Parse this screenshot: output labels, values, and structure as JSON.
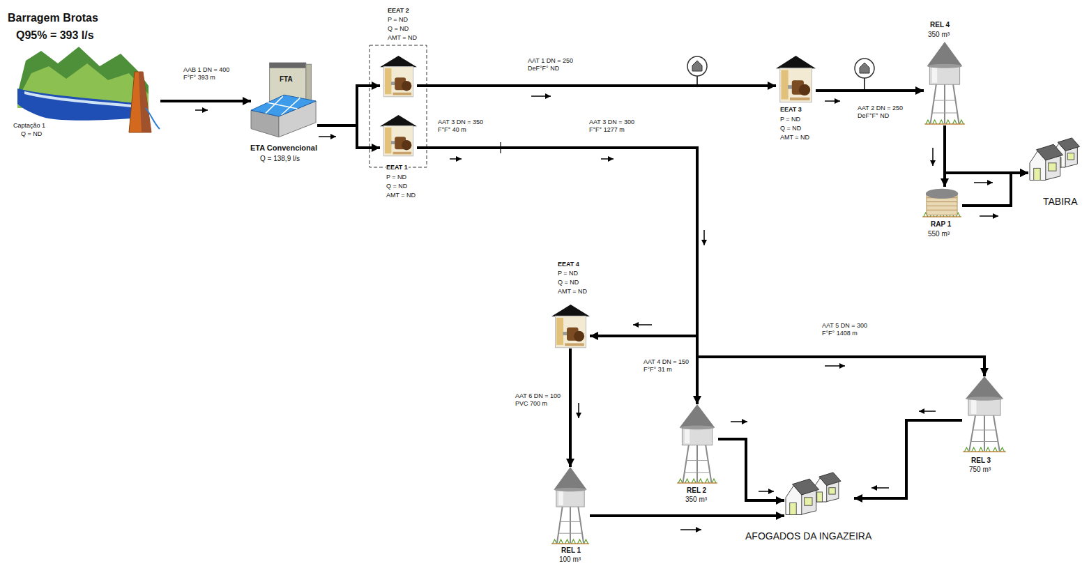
{
  "diagram": {
    "nodes": [
      {
        "text": [
          "Barragem Brotas",
          "Q95% = 393 l/s",
          "Captação 1",
          "Q = ND"
        ]
      },
      {
        "text": [
          "FTA",
          "ETA Convencional",
          "Q = 138,9 l/s"
        ]
      },
      {
        "text": [
          "EEAT 2",
          "P = ND",
          "Q = ND",
          "AMT = ND"
        ]
      },
      {
        "text": [
          "EEAT 1",
          "P = ND",
          "Q = ND",
          "AMT = ND"
        ]
      },
      {
        "text": [
          "EEAT 3",
          "P = ND",
          "Q = ND",
          "AMT = ND"
        ]
      },
      {
        "text": [
          "REL 4",
          "350 m³"
        ]
      },
      {
        "text": [
          "RAP 1",
          "550 m³"
        ]
      },
      {
        "text": [
          "TABIRA"
        ]
      },
      {
        "text": [
          "EEAT 4",
          "P = ND",
          "Q = ND",
          "AMT = ND"
        ]
      },
      {
        "text": [
          "REL 1",
          "100 m³"
        ]
      },
      {
        "text": [
          "REL 2",
          "350 m³"
        ]
      },
      {
        "text": [
          "REL 3",
          "750 m³"
        ]
      },
      {
        "text": [
          "AFOGADOS DA INGAZEIRA"
        ]
      }
    ],
    "edges": [
      {
        "from": 0,
        "to": 1,
        "arrow": "to",
        "label": "AAB 1 DN = 400 F°F° 393 m"
      },
      {
        "from": 1,
        "to": 2,
        "arrow": "to"
      },
      {
        "from": 1,
        "to": 3,
        "arrow": "to"
      },
      {
        "from": 2,
        "to": 4,
        "arrow": "to",
        "label": "AAT 1 DN = 250 DeF°F° ND"
      },
      {
        "from": 4,
        "to": 5,
        "arrow": "to",
        "label": "AAT 2 DN = 250 DeF°F° ND"
      },
      {
        "from": 5,
        "to": 6,
        "arrow": "to"
      },
      {
        "from": 5,
        "to": 7,
        "arrow": "to"
      },
      {
        "from": 6,
        "to": 7,
        "arrow": "to"
      },
      {
        "from": 3,
        "to": 8,
        "arrow": "to"
      },
      {
        "from": 3,
        "to": 10,
        "arrow": "to",
        "label": "AAT 4 DN = 150 F°F° 31 m"
      },
      {
        "from": 3,
        "to": 11,
        "arrow": "to",
        "label": "AAT 5 DN = 300 F°F° 1408 m"
      },
      {
        "from": 8,
        "to": 9,
        "arrow": "to",
        "label": "AAT 6 DN = 100 PVC 700 m"
      },
      {
        "from": 9,
        "to": 12,
        "arrow": "to"
      },
      {
        "from": 10,
        "to": 12,
        "arrow": "to"
      },
      {
        "from": 11,
        "to": 12,
        "arrow": "to"
      }
    ],
    "labels": [
      "AAT 3 DN = 350 F°F° 40 m",
      "AAT 3 DN = 300 F°F° 1277 m"
    ]
  }
}
